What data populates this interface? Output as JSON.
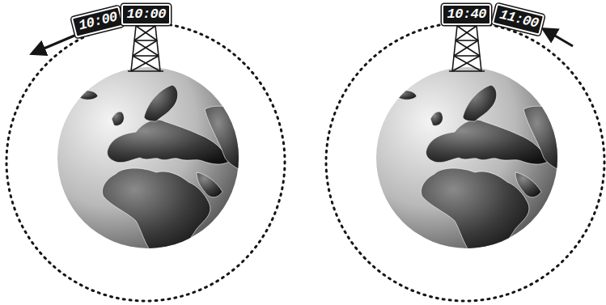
{
  "diagram": {
    "nodes": [
      {
        "text": [
          "10:00"
        ]
      },
      {
        "text": [
          "10:00"
        ]
      },
      {
        "text": [
          "10:40"
        ]
      },
      {
        "text": [
          "11:00"
        ]
      }
    ]
  }
}
